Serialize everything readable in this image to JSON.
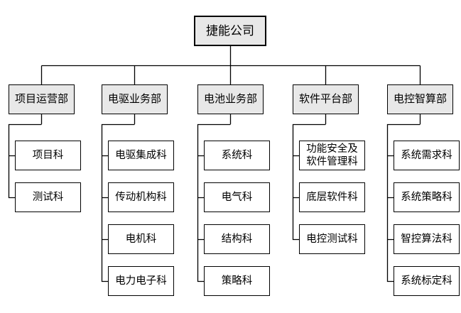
{
  "page": {
    "background": "#ffffff"
  },
  "colors": {
    "node_fill": "#e8e8e8",
    "leaf_fill": "#ffffff",
    "border": "#000000",
    "line": "#000000"
  },
  "org": {
    "root": "捷能公司",
    "departments": [
      {
        "label": "项目运营部",
        "children": [
          "项目科",
          "测试科"
        ]
      },
      {
        "label": "电驱业务部",
        "children": [
          "电驱集成科",
          "传动机构科",
          "电机科",
          "电力电子科"
        ]
      },
      {
        "label": "电池业务部",
        "children": [
          "系统科",
          "电气科",
          "结构科",
          "策略科"
        ]
      },
      {
        "label": "软件平台部",
        "children": [
          "功能安全及\n软件管理科",
          "底层软件科",
          "电控测试科"
        ]
      },
      {
        "label": "电控智算部",
        "children": [
          "系统需求科",
          "系统策略科",
          "智控算法科",
          "系统标定科"
        ]
      }
    ]
  }
}
